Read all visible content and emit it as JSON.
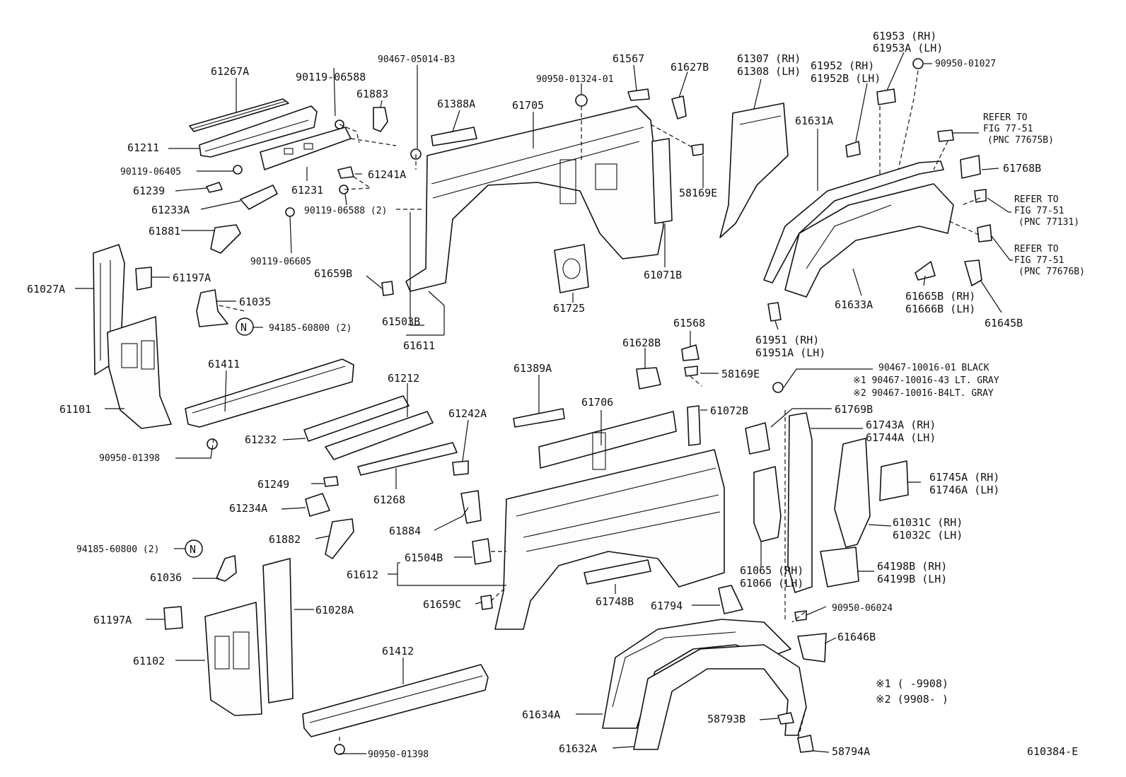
{
  "figure_id": "610384-E",
  "labels": {
    "p61267A": "61267A",
    "p90119_06588": "90119-06588",
    "p90467_05014": "90467-05014-B3",
    "p61883": "61883",
    "p61211": "61211",
    "p90119_06405": "90119-06405",
    "p61239": "61239",
    "p61233A": "61233A",
    "p61881": "61881",
    "p61231": "61231",
    "p61241A": "61241A",
    "p90119_06588_2": "90119-06588 (2)",
    "p90119_06605": "90119-06605",
    "p61027A": "61027A",
    "p61197A_top": "61197A",
    "p61035": "61035",
    "p94185_top": "94185-60800 (2)",
    "p61101": "61101",
    "p61411": "61411",
    "p90950_01398_top": "90950-01398",
    "p61567": "61567",
    "p90950_01324": "90950-01324-01",
    "p61388A": "61388A",
    "p61705": "61705",
    "p61627B": "61627B",
    "p61659B": "61659B",
    "p61503B": "61503B",
    "p61611": "61611",
    "p61725": "61725",
    "p61071B": "61071B",
    "p58169E_top": "58169E",
    "p61307": "61307 (RH)",
    "p61308": "61308 (LH)",
    "p61952": "61952  (RH)",
    "p61952B": "61952B (LH)",
    "p61953": "61953  (RH)",
    "p61953A": "61953A (LH)",
    "p90950_01027": "90950-01027",
    "p61631A": "61631A",
    "p61768B": "61768B",
    "ref1_l1": "REFER TO",
    "ref1_l2": "FIG 77-51",
    "ref1_l3": "(PNC 77675B)",
    "ref2_l1": "REFER TO",
    "ref2_l2": "FIG 77-51",
    "ref2_l3": "(PNC 77131)",
    "ref3_l1": "REFER TO",
    "ref3_l2": "FIG 77-51",
    "ref3_l3": "(PNC 77676B)",
    "p61633A": "61633A",
    "p61665B": "61665B (RH)",
    "p61666B": "61666B (LH)",
    "p61645B": "61645B",
    "p61951": "61951  (RH)",
    "p61951A": "61951A (LH)",
    "p61212": "61212",
    "p61232": "61232",
    "p61249": "61249",
    "p61268": "61268",
    "p61234A": "61234A",
    "p61882": "61882",
    "p94185_bot": "94185-60800 (2)",
    "p61036": "61036",
    "p61197A_bot": "61197A",
    "p61028A": "61028A",
    "p61102": "61102",
    "p61412": "61412",
    "p90950_01398_bot": "90950-01398",
    "p61389A": "61389A",
    "p61242A": "61242A",
    "p61884": "61884",
    "p61612": "61612",
    "p61504B": "61504B",
    "p61659C": "61659C",
    "p61628B": "61628B",
    "p61568": "61568",
    "p58169E_bot": "58169E",
    "p61706": "61706",
    "p61072B": "61072B",
    "p61748B": "61748B",
    "p61794": "61794",
    "p61634A": "61634A",
    "p61632A": "61632A",
    "p58793B": "58793B",
    "p58794A": "58794A",
    "p90467_10016_01": "90467-10016-01 BLACK",
    "p90467_10016_43": "※1 90467-10016-43 LT. GRAY",
    "p90467_10016_B4": "※2 90467-10016-B4LT. GRAY",
    "p61769B": "61769B",
    "p61743A": "61743A (RH)",
    "p61744A": "61744A (LH)",
    "p61745A": "61745A (RH)",
    "p61746A": "61746A (LH)",
    "p61031C": "61031C (RH)",
    "p61032C": "61032C (LH)",
    "p61065": "61065 (RH)",
    "p61066": "61066 (LH)",
    "p64198B": "64198B (RH)",
    "p64199B": "64199B (LH)",
    "p90950_06024": "90950-06024",
    "p61646B": "61646B",
    "note1": "※1 (      -9908)",
    "note2": "※2 (9908-      )",
    "circle_n": "N"
  }
}
